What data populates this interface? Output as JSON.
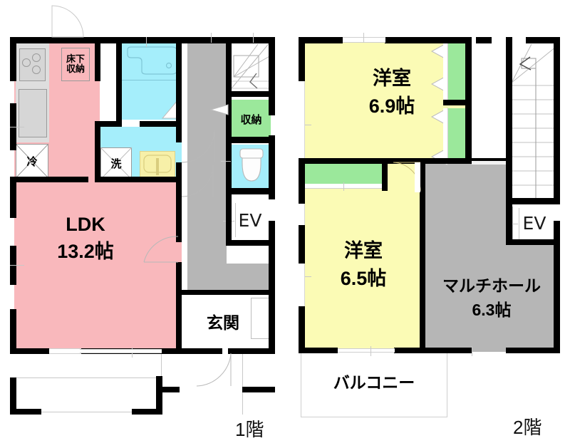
{
  "document": {
    "type": "real-estate-floor-plan",
    "floors": [
      {
        "id": "floor1",
        "label": "1階"
      },
      {
        "id": "floor2",
        "label": "2階"
      }
    ]
  },
  "floor1": {
    "caption": "1階",
    "rooms": [
      {
        "name": "ldk",
        "label": "LDK\n13.2帖",
        "label_line1": "LDK",
        "label_line2": "13.2帖",
        "color": "#f9b8bc"
      },
      {
        "name": "entrance",
        "label": "玄関",
        "color": "#ffffff"
      },
      {
        "name": "hallway",
        "label": "",
        "color": "#b6b6b6"
      },
      {
        "name": "elevator",
        "label": "EV",
        "color": "#ffffff"
      },
      {
        "name": "bath",
        "label": "",
        "color": "#a5eefb"
      },
      {
        "name": "washroom",
        "label": "洗",
        "color": "#a5eefb"
      },
      {
        "name": "toilet",
        "label": "",
        "color": "#a5eefb"
      },
      {
        "name": "closet",
        "label": "収納",
        "color": "#9be89b"
      },
      {
        "name": "terrace",
        "label": "",
        "color": "#ffffff"
      }
    ],
    "fixtures": [
      {
        "name": "under-floor-storage",
        "label": "床下\n収納",
        "label_line1": "床下",
        "label_line2": "収納"
      },
      {
        "name": "refrigerator",
        "label": "冷"
      },
      {
        "name": "washing-machine",
        "label": "洗"
      },
      {
        "name": "stove",
        "label": ""
      },
      {
        "name": "sink",
        "label": ""
      },
      {
        "name": "bathtub",
        "label": ""
      },
      {
        "name": "vanity",
        "label": ""
      },
      {
        "name": "toilet-bowl",
        "label": ""
      },
      {
        "name": "stairs-up",
        "label": ""
      }
    ]
  },
  "floor2": {
    "caption": "2階",
    "rooms": [
      {
        "name": "western-room-north",
        "label": "洋室\n6.9帖",
        "label_line1": "洋室",
        "label_line2": "6.9帖",
        "color": "#fbfbb5"
      },
      {
        "name": "western-room-south",
        "label": "洋室\n6.5帖",
        "label_line1": "洋室",
        "label_line2": "6.5帖",
        "color": "#fbfbb5"
      },
      {
        "name": "multi-hall",
        "label": "マルチホール\n6.3帖",
        "label_line1": "マルチホール",
        "label_line2": "6.3帖",
        "color": "#b6b6b6"
      },
      {
        "name": "elevator",
        "label": "EV",
        "color": "#ffffff"
      },
      {
        "name": "balcony",
        "label": "バルコニー",
        "color": "#ffffff"
      },
      {
        "name": "stairwell",
        "label": "",
        "color": "#ffffff"
      }
    ],
    "fixtures": [
      {
        "name": "closet-north-upper",
        "label": "",
        "color": "#9be89b"
      },
      {
        "name": "closet-north-lower",
        "label": "",
        "color": "#9be89b"
      },
      {
        "name": "closet-south",
        "label": "",
        "color": "#9be89b"
      },
      {
        "name": "stairs-down",
        "label": ""
      }
    ]
  },
  "palette": {
    "wall": "#000000",
    "ldk_pink": "#f9b8bc",
    "water_cyan": "#a5eefb",
    "hall_gray": "#b6b6b6",
    "closet_green": "#9be89b",
    "room_yellow": "#fbfbb5",
    "vanity_yellow": "#f7f0a8",
    "kitchen_gray": "#dedede",
    "thin_line": "#c8c8c8",
    "white": "#ffffff"
  }
}
